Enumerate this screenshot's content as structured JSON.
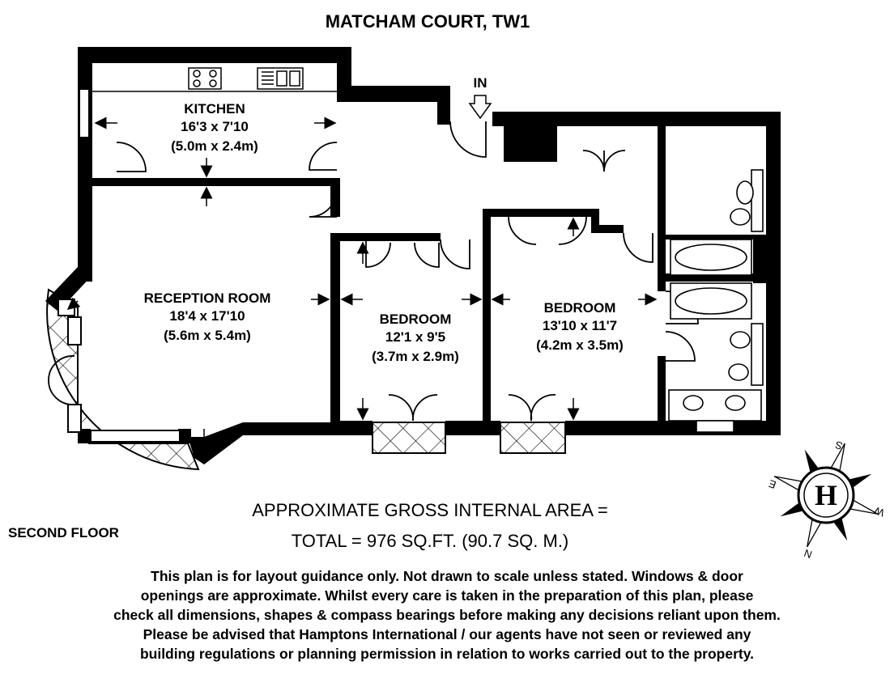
{
  "title": "MATCHAM COURT, TW1",
  "entrance_label": "IN",
  "floor_label": "SECOND FLOOR",
  "rooms": {
    "kitchen": {
      "name": "KITCHEN",
      "imperial": "16'3 x 7'10",
      "metric": "(5.0m x 2.4m)"
    },
    "reception": {
      "name": "RECEPTION ROOM",
      "imperial": "18'4 x 17'10",
      "metric": "(5.6m x 5.4m)"
    },
    "bedroom1": {
      "name": "BEDROOM",
      "imperial": "12'1 x 9'5",
      "metric": "(3.7m x 2.9m)"
    },
    "bedroom2": {
      "name": "BEDROOM",
      "imperial": "13'10 x 11'7",
      "metric": "(4.2m x 3.5m)"
    }
  },
  "area": {
    "line1": "APPROXIMATE GROSS INTERNAL AREA  =",
    "line2": "TOTAL = 976 SQ.FT. (90.7 SQ. M.)"
  },
  "compass": {
    "logo": "H",
    "n": "N",
    "s": "S",
    "e": "E",
    "w": "W"
  },
  "disclaimer": [
    "This plan is for layout guidance only. Not drawn to scale unless stated. Windows & door",
    "openings are approximate. Whilst every care is taken in the preparation of this plan, please",
    "check all dimensions, shapes & compass bearings before making any decisions reliant upon them.",
    "Please be advised that Hamptons International / our agents have not seen or reviewed any",
    "building regulations or planning permission in relation to works carried out to the property."
  ]
}
